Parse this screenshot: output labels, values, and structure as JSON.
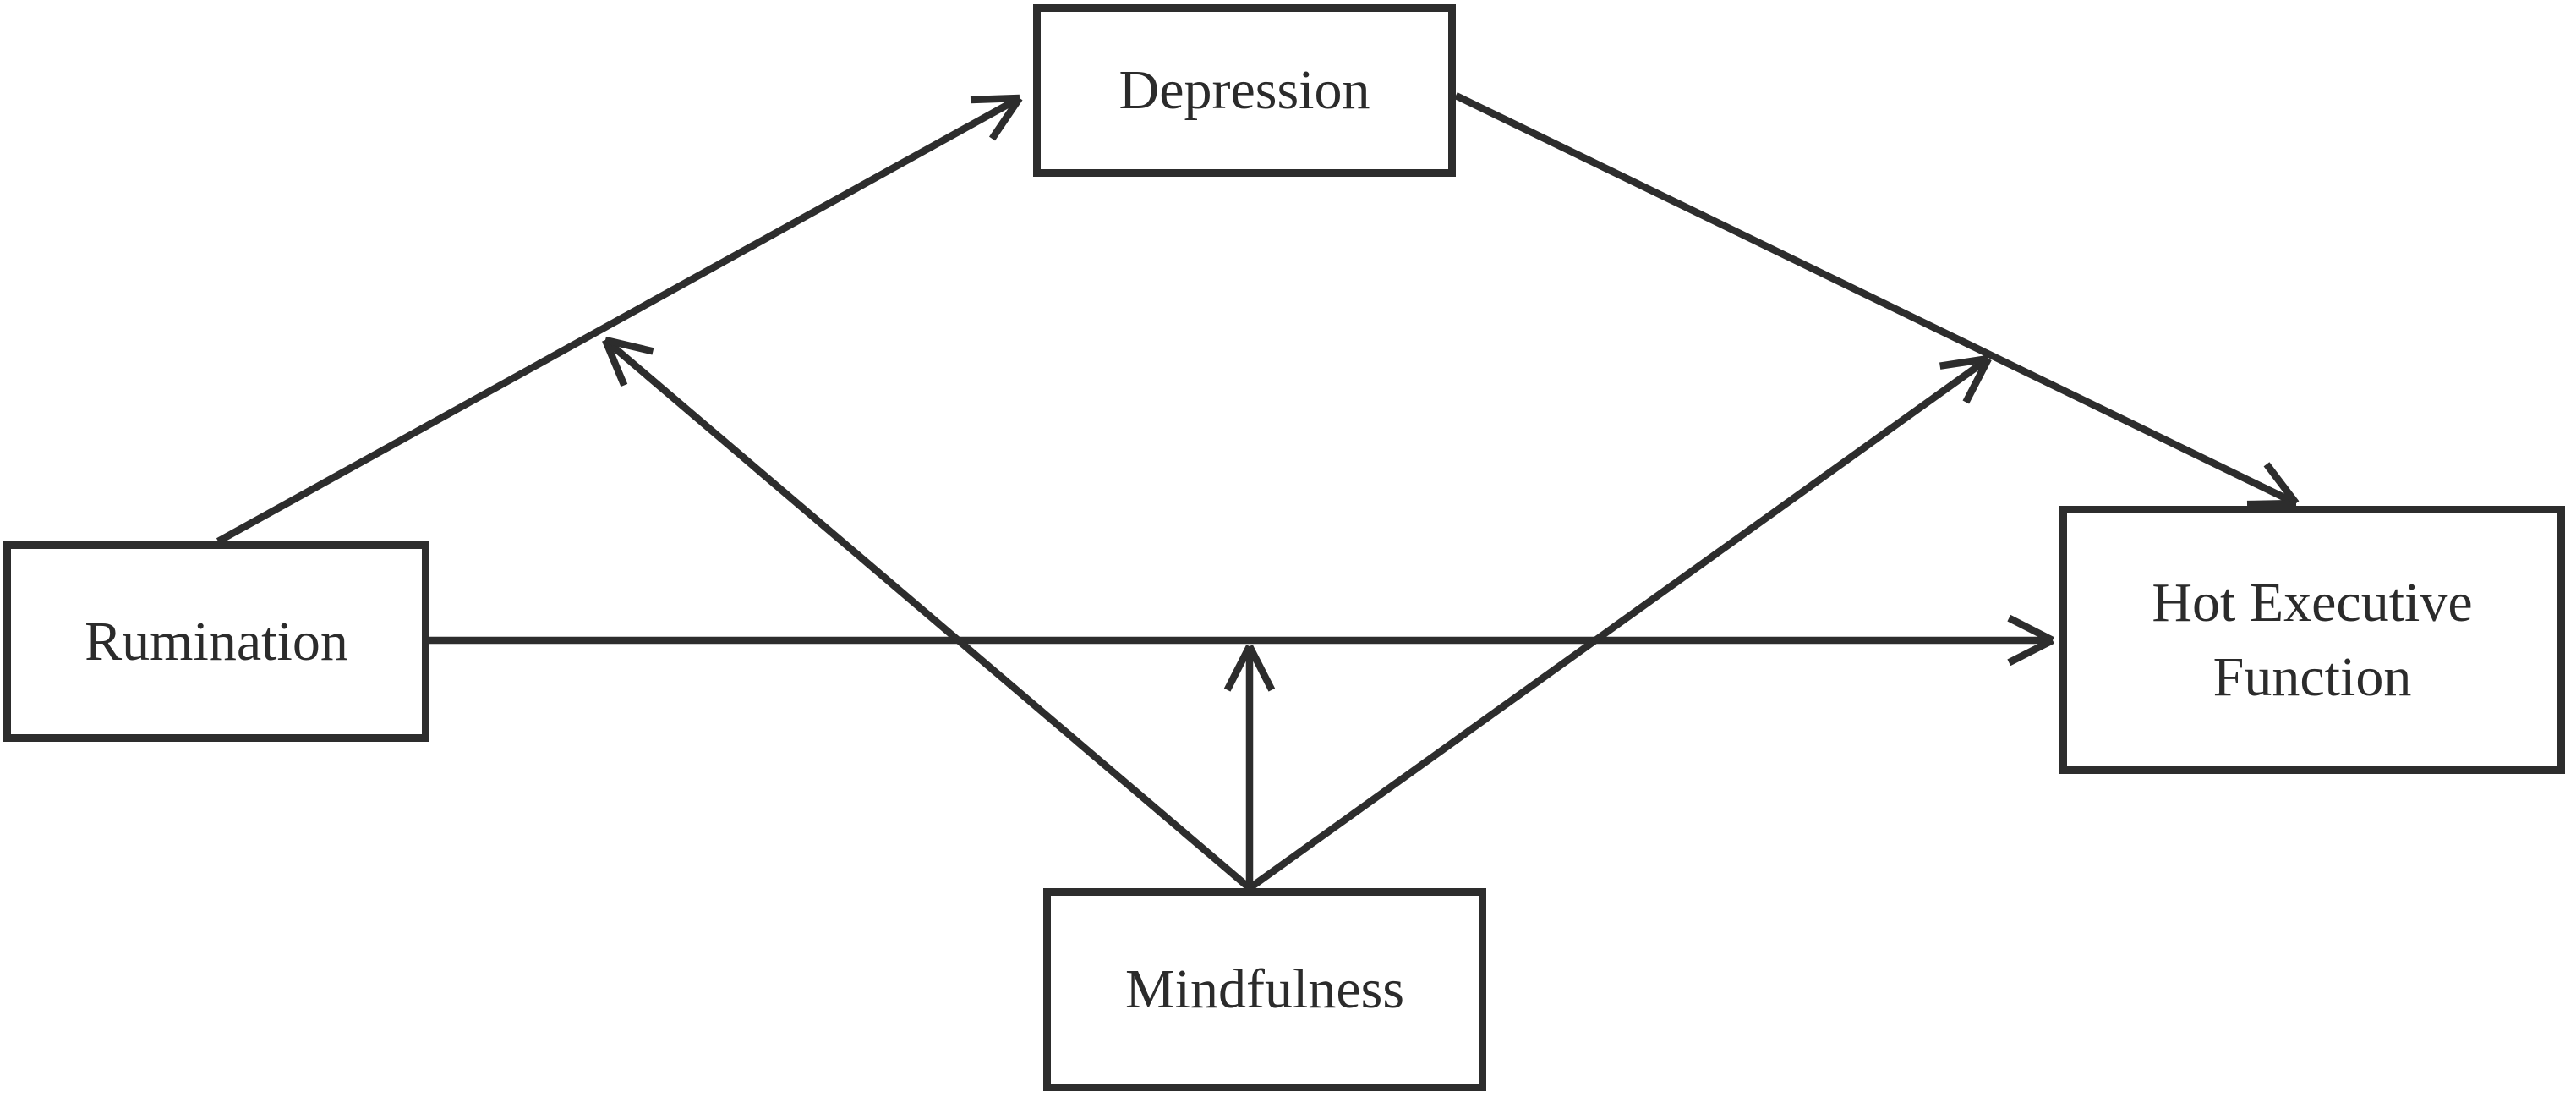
{
  "diagram": {
    "type": "path-model",
    "background_color": "#ffffff",
    "line_color": "#2d2d2d",
    "box_border_color": "#2d2d2d",
    "text_color": "#2b2b2b",
    "nodes": [
      {
        "id": "rumination",
        "label": "Rumination"
      },
      {
        "id": "depression",
        "label": "Depression"
      },
      {
        "id": "mindfulness",
        "label": "Mindfulness"
      },
      {
        "id": "hot-executive-function",
        "label": "Hot Executive Function"
      }
    ],
    "edges": [
      {
        "id": "rumination-to-depression",
        "from": "rumination",
        "to": "depression",
        "type": "direct"
      },
      {
        "id": "depression-to-hot-executive-function",
        "from": "depression",
        "to": "hot-executive-function",
        "type": "direct"
      },
      {
        "id": "rumination-to-hot-executive-function",
        "from": "rumination",
        "to": "hot-executive-function",
        "type": "direct"
      },
      {
        "id": "mindfulness-to-rumination-depression-path",
        "from": "mindfulness",
        "to": "path:rumination-depression",
        "type": "moderation"
      },
      {
        "id": "mindfulness-to-rumination-hef-path",
        "from": "mindfulness",
        "to": "path:rumination-hot-executive-function",
        "type": "moderation"
      },
      {
        "id": "mindfulness-to-depression-hef-path",
        "from": "mindfulness",
        "to": "path:depression-hot-executive-function",
        "type": "moderation"
      }
    ]
  }
}
